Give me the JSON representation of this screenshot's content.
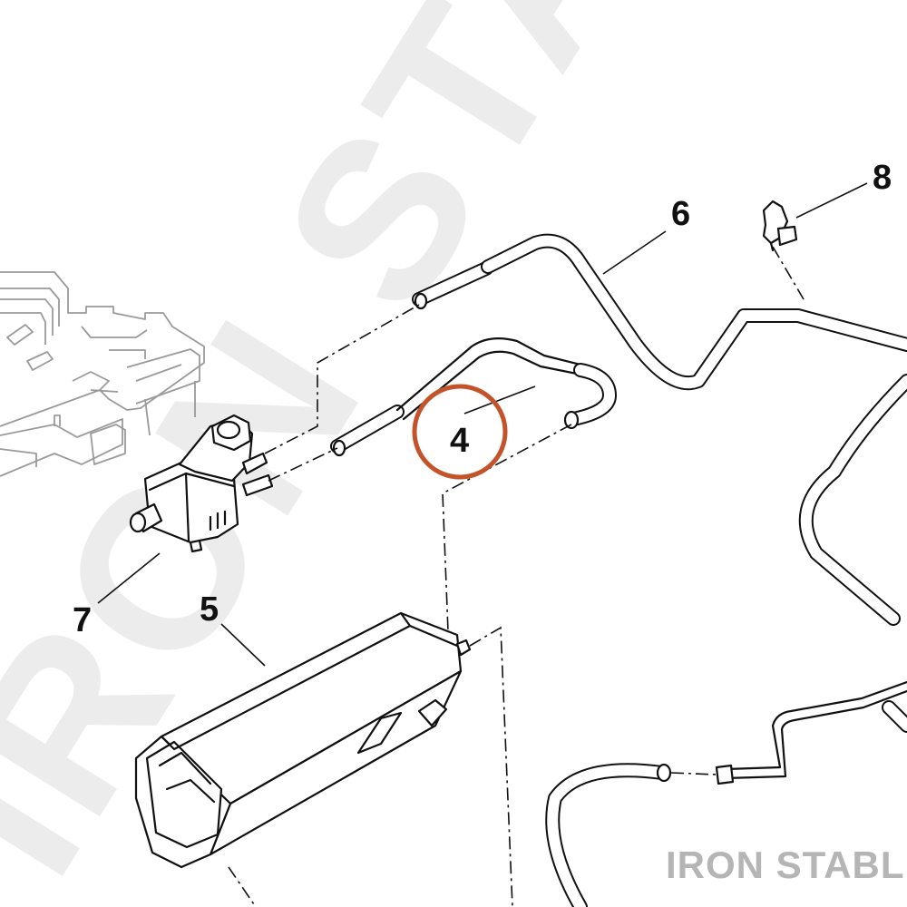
{
  "watermark": {
    "text": "IRON STABLE"
  },
  "brand": {
    "text": "IRON STABLE"
  },
  "callouts": {
    "c4": "4",
    "c5": "5",
    "c6": "6",
    "c7": "7",
    "c8": "8"
  },
  "highlight": {
    "target": "4",
    "color": "#c4532a"
  }
}
